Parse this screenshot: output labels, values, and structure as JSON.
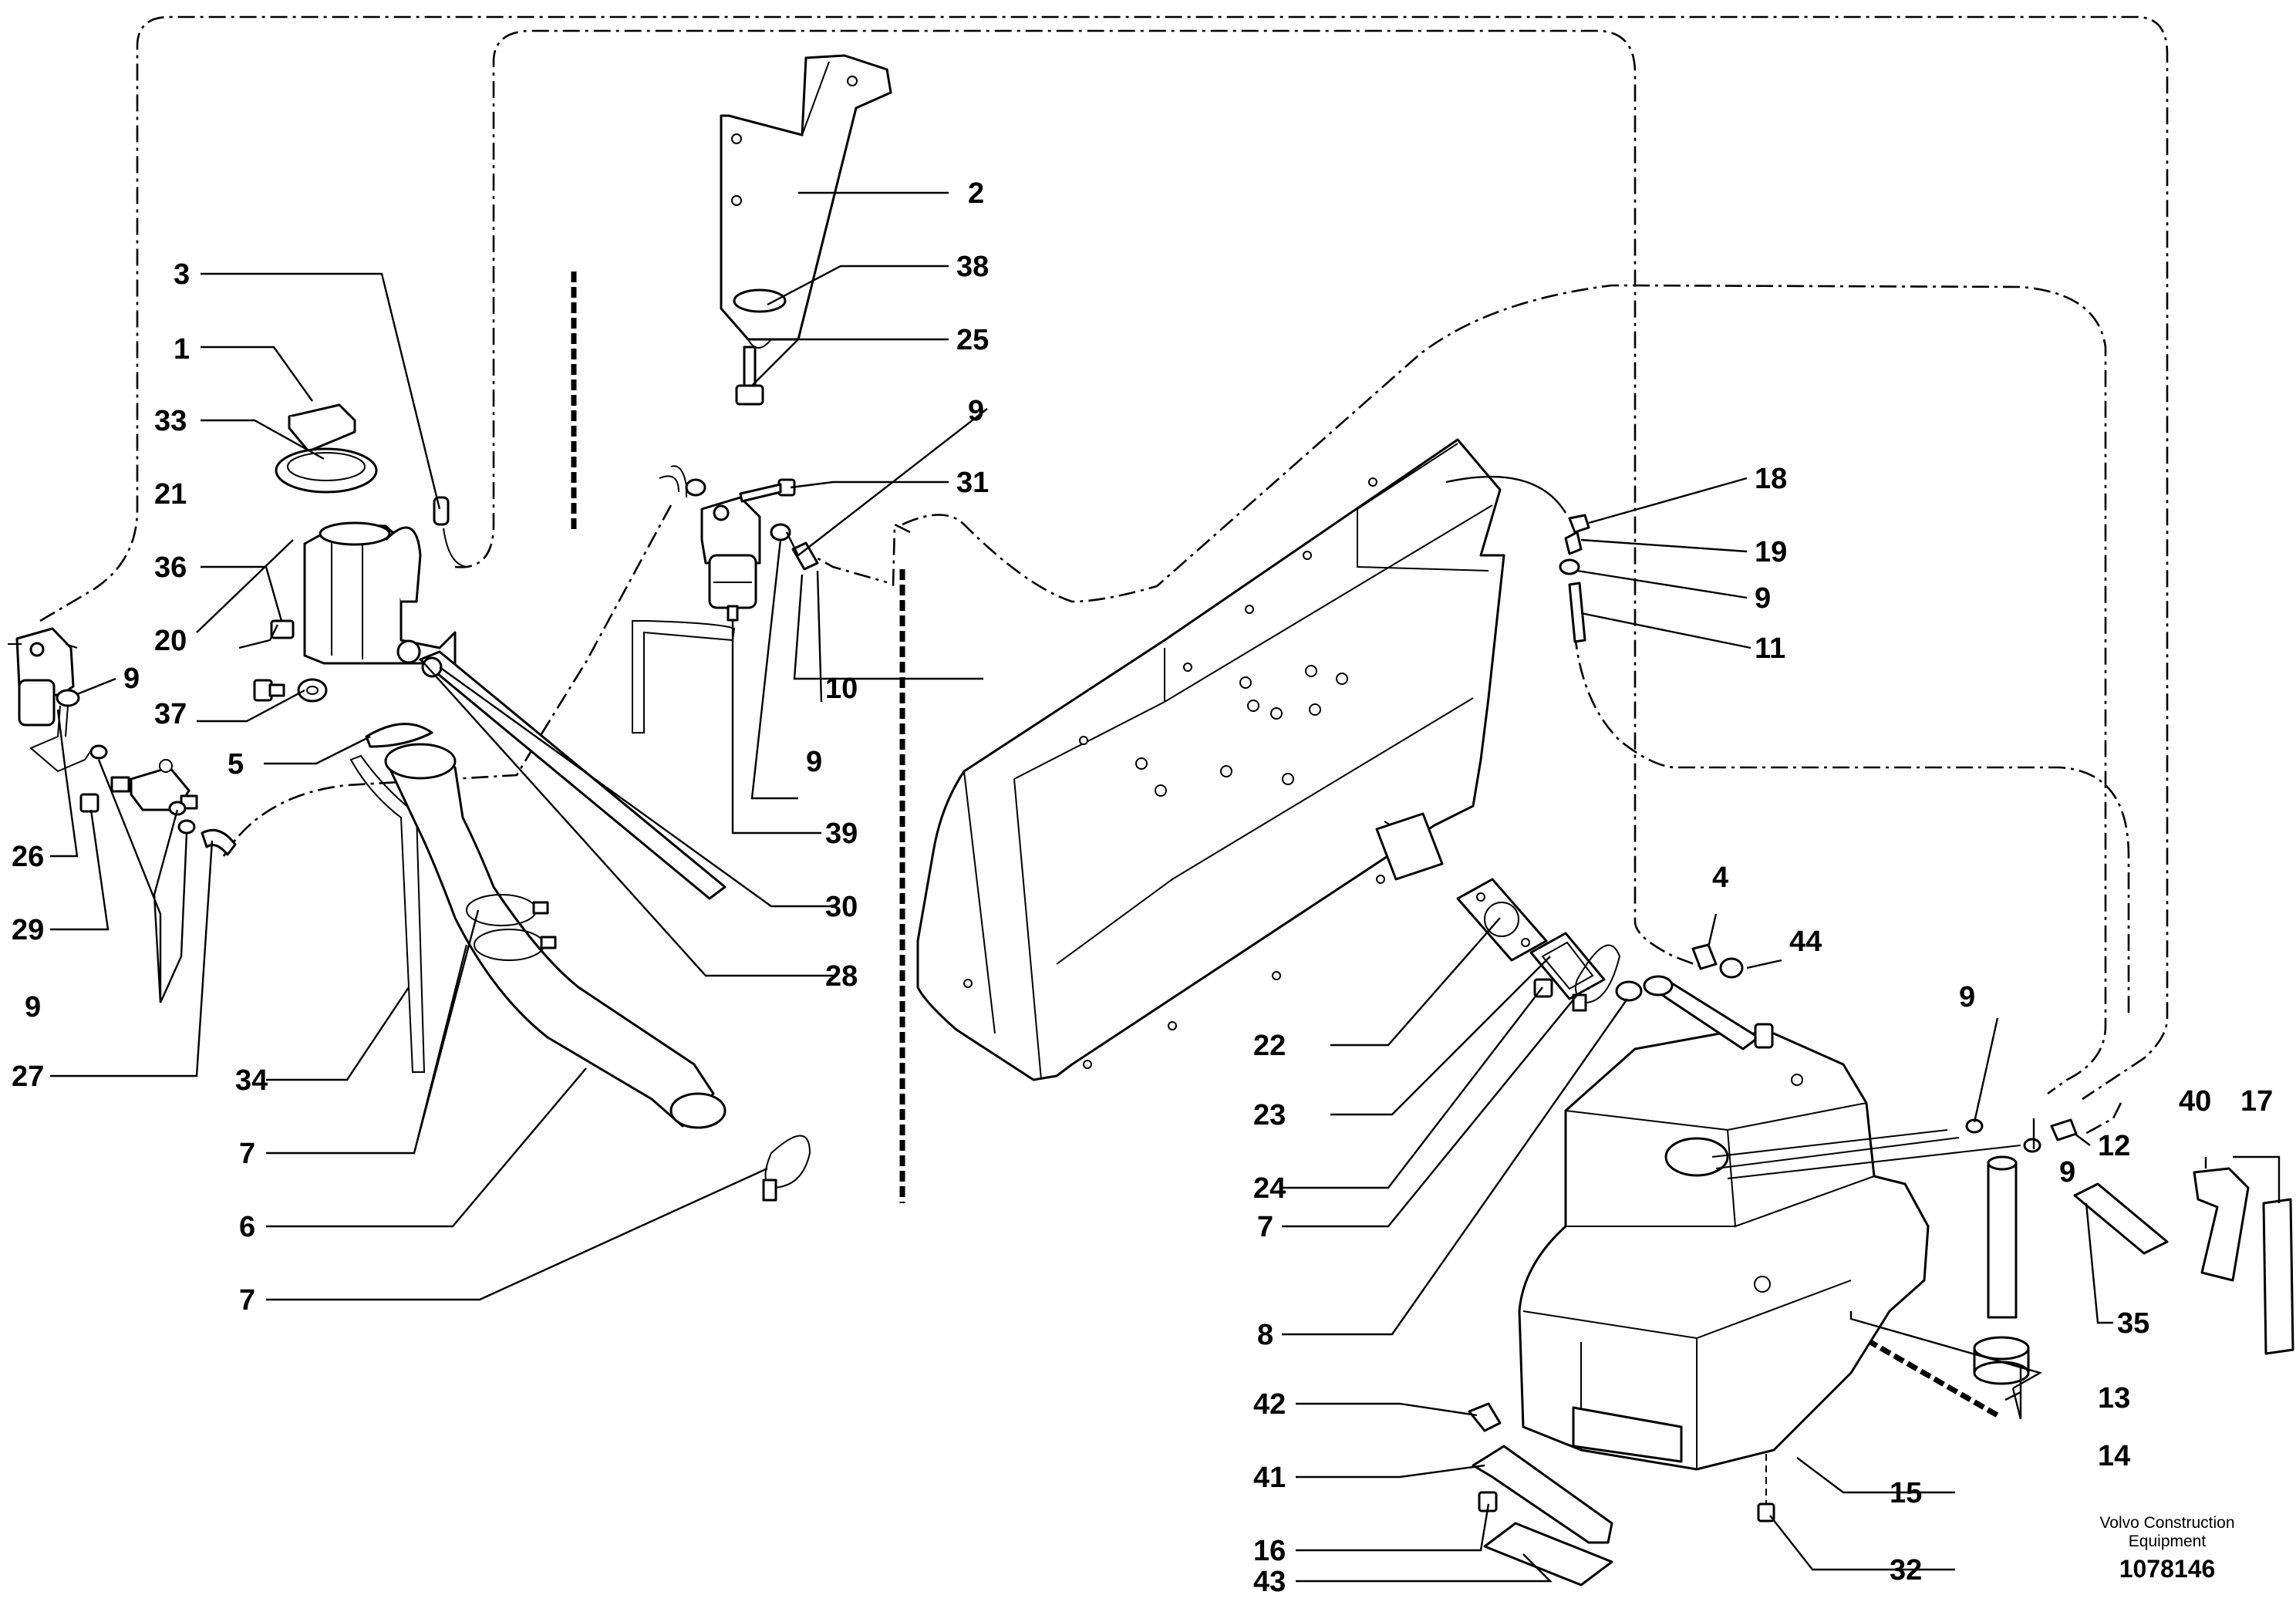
{
  "labels": [
    "1",
    "2",
    "3",
    "4",
    "5",
    "6",
    "7",
    "8",
    "9",
    "10",
    "11",
    "12",
    "13",
    "14",
    "15",
    "16",
    "17",
    "18",
    "19",
    "20",
    "21",
    "22",
    "23",
    "24",
    "25",
    "26",
    "27",
    "28",
    "29",
    "30",
    "31",
    "32",
    "33",
    "34",
    "35",
    "36",
    "37",
    "38",
    "39",
    "40",
    "41",
    "42",
    "43",
    "44"
  ],
  "callouts": [
    {
      "id": "c1",
      "text": "1"
    },
    {
      "id": "c2",
      "text": "2"
    },
    {
      "id": "c3",
      "text": "3"
    },
    {
      "id": "c4",
      "text": "4"
    },
    {
      "id": "c5",
      "text": "5"
    },
    {
      "id": "c6",
      "text": "6"
    },
    {
      "id": "c7a",
      "text": "7"
    },
    {
      "id": "c7b",
      "text": "7"
    },
    {
      "id": "c7c",
      "text": "7"
    },
    {
      "id": "c8",
      "text": "8"
    },
    {
      "id": "c9a",
      "text": "9"
    },
    {
      "id": "c9b",
      "text": "9"
    },
    {
      "id": "c9c",
      "text": "9"
    },
    {
      "id": "c9d",
      "text": "9"
    },
    {
      "id": "c9e",
      "text": "9"
    },
    {
      "id": "c9f",
      "text": "9"
    },
    {
      "id": "c9g",
      "text": "9"
    },
    {
      "id": "c10",
      "text": "10"
    },
    {
      "id": "c11",
      "text": "11"
    },
    {
      "id": "c12",
      "text": "12"
    },
    {
      "id": "c13",
      "text": "13"
    },
    {
      "id": "c14",
      "text": "14"
    },
    {
      "id": "c15",
      "text": "15"
    },
    {
      "id": "c16",
      "text": "16"
    },
    {
      "id": "c17",
      "text": "17"
    },
    {
      "id": "c18",
      "text": "18"
    },
    {
      "id": "c19",
      "text": "19"
    },
    {
      "id": "c20",
      "text": "20"
    },
    {
      "id": "c21",
      "text": "21"
    },
    {
      "id": "c22",
      "text": "22"
    },
    {
      "id": "c23",
      "text": "23"
    },
    {
      "id": "c24",
      "text": "24"
    },
    {
      "id": "c25",
      "text": "25"
    },
    {
      "id": "c26",
      "text": "26"
    },
    {
      "id": "c27",
      "text": "27"
    },
    {
      "id": "c28",
      "text": "28"
    },
    {
      "id": "c29",
      "text": "29"
    },
    {
      "id": "c30",
      "text": "30"
    },
    {
      "id": "c31",
      "text": "31"
    },
    {
      "id": "c32",
      "text": "32"
    },
    {
      "id": "c33",
      "text": "33"
    },
    {
      "id": "c34",
      "text": "34"
    },
    {
      "id": "c35",
      "text": "35"
    },
    {
      "id": "c36",
      "text": "36"
    },
    {
      "id": "c37",
      "text": "37"
    },
    {
      "id": "c38",
      "text": "38"
    },
    {
      "id": "c39",
      "text": "39"
    },
    {
      "id": "c40",
      "text": "40"
    },
    {
      "id": "c41",
      "text": "41"
    },
    {
      "id": "c42",
      "text": "42"
    },
    {
      "id": "c43",
      "text": "43"
    },
    {
      "id": "c44",
      "text": "44"
    }
  ],
  "brand": {
    "line1": "Volvo Construction",
    "line2": "Equipment"
  },
  "drawing_number": "1078146"
}
